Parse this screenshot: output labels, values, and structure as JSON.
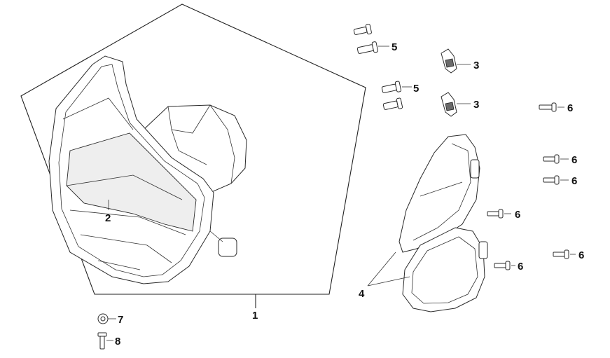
{
  "callouts": {
    "c1": "1",
    "c2": "2",
    "c3a": "3",
    "c3b": "3",
    "c4": "4",
    "c5a": "5",
    "c5b": "5",
    "c6a": "6",
    "c6b": "6",
    "c6c": "6",
    "c6d": "6",
    "c6e": "6",
    "c6f": "6",
    "c7": "7",
    "c8": "8"
  },
  "colors": {
    "line": "#222222",
    "shade": "#d9d9d9",
    "background": "#ffffff"
  }
}
